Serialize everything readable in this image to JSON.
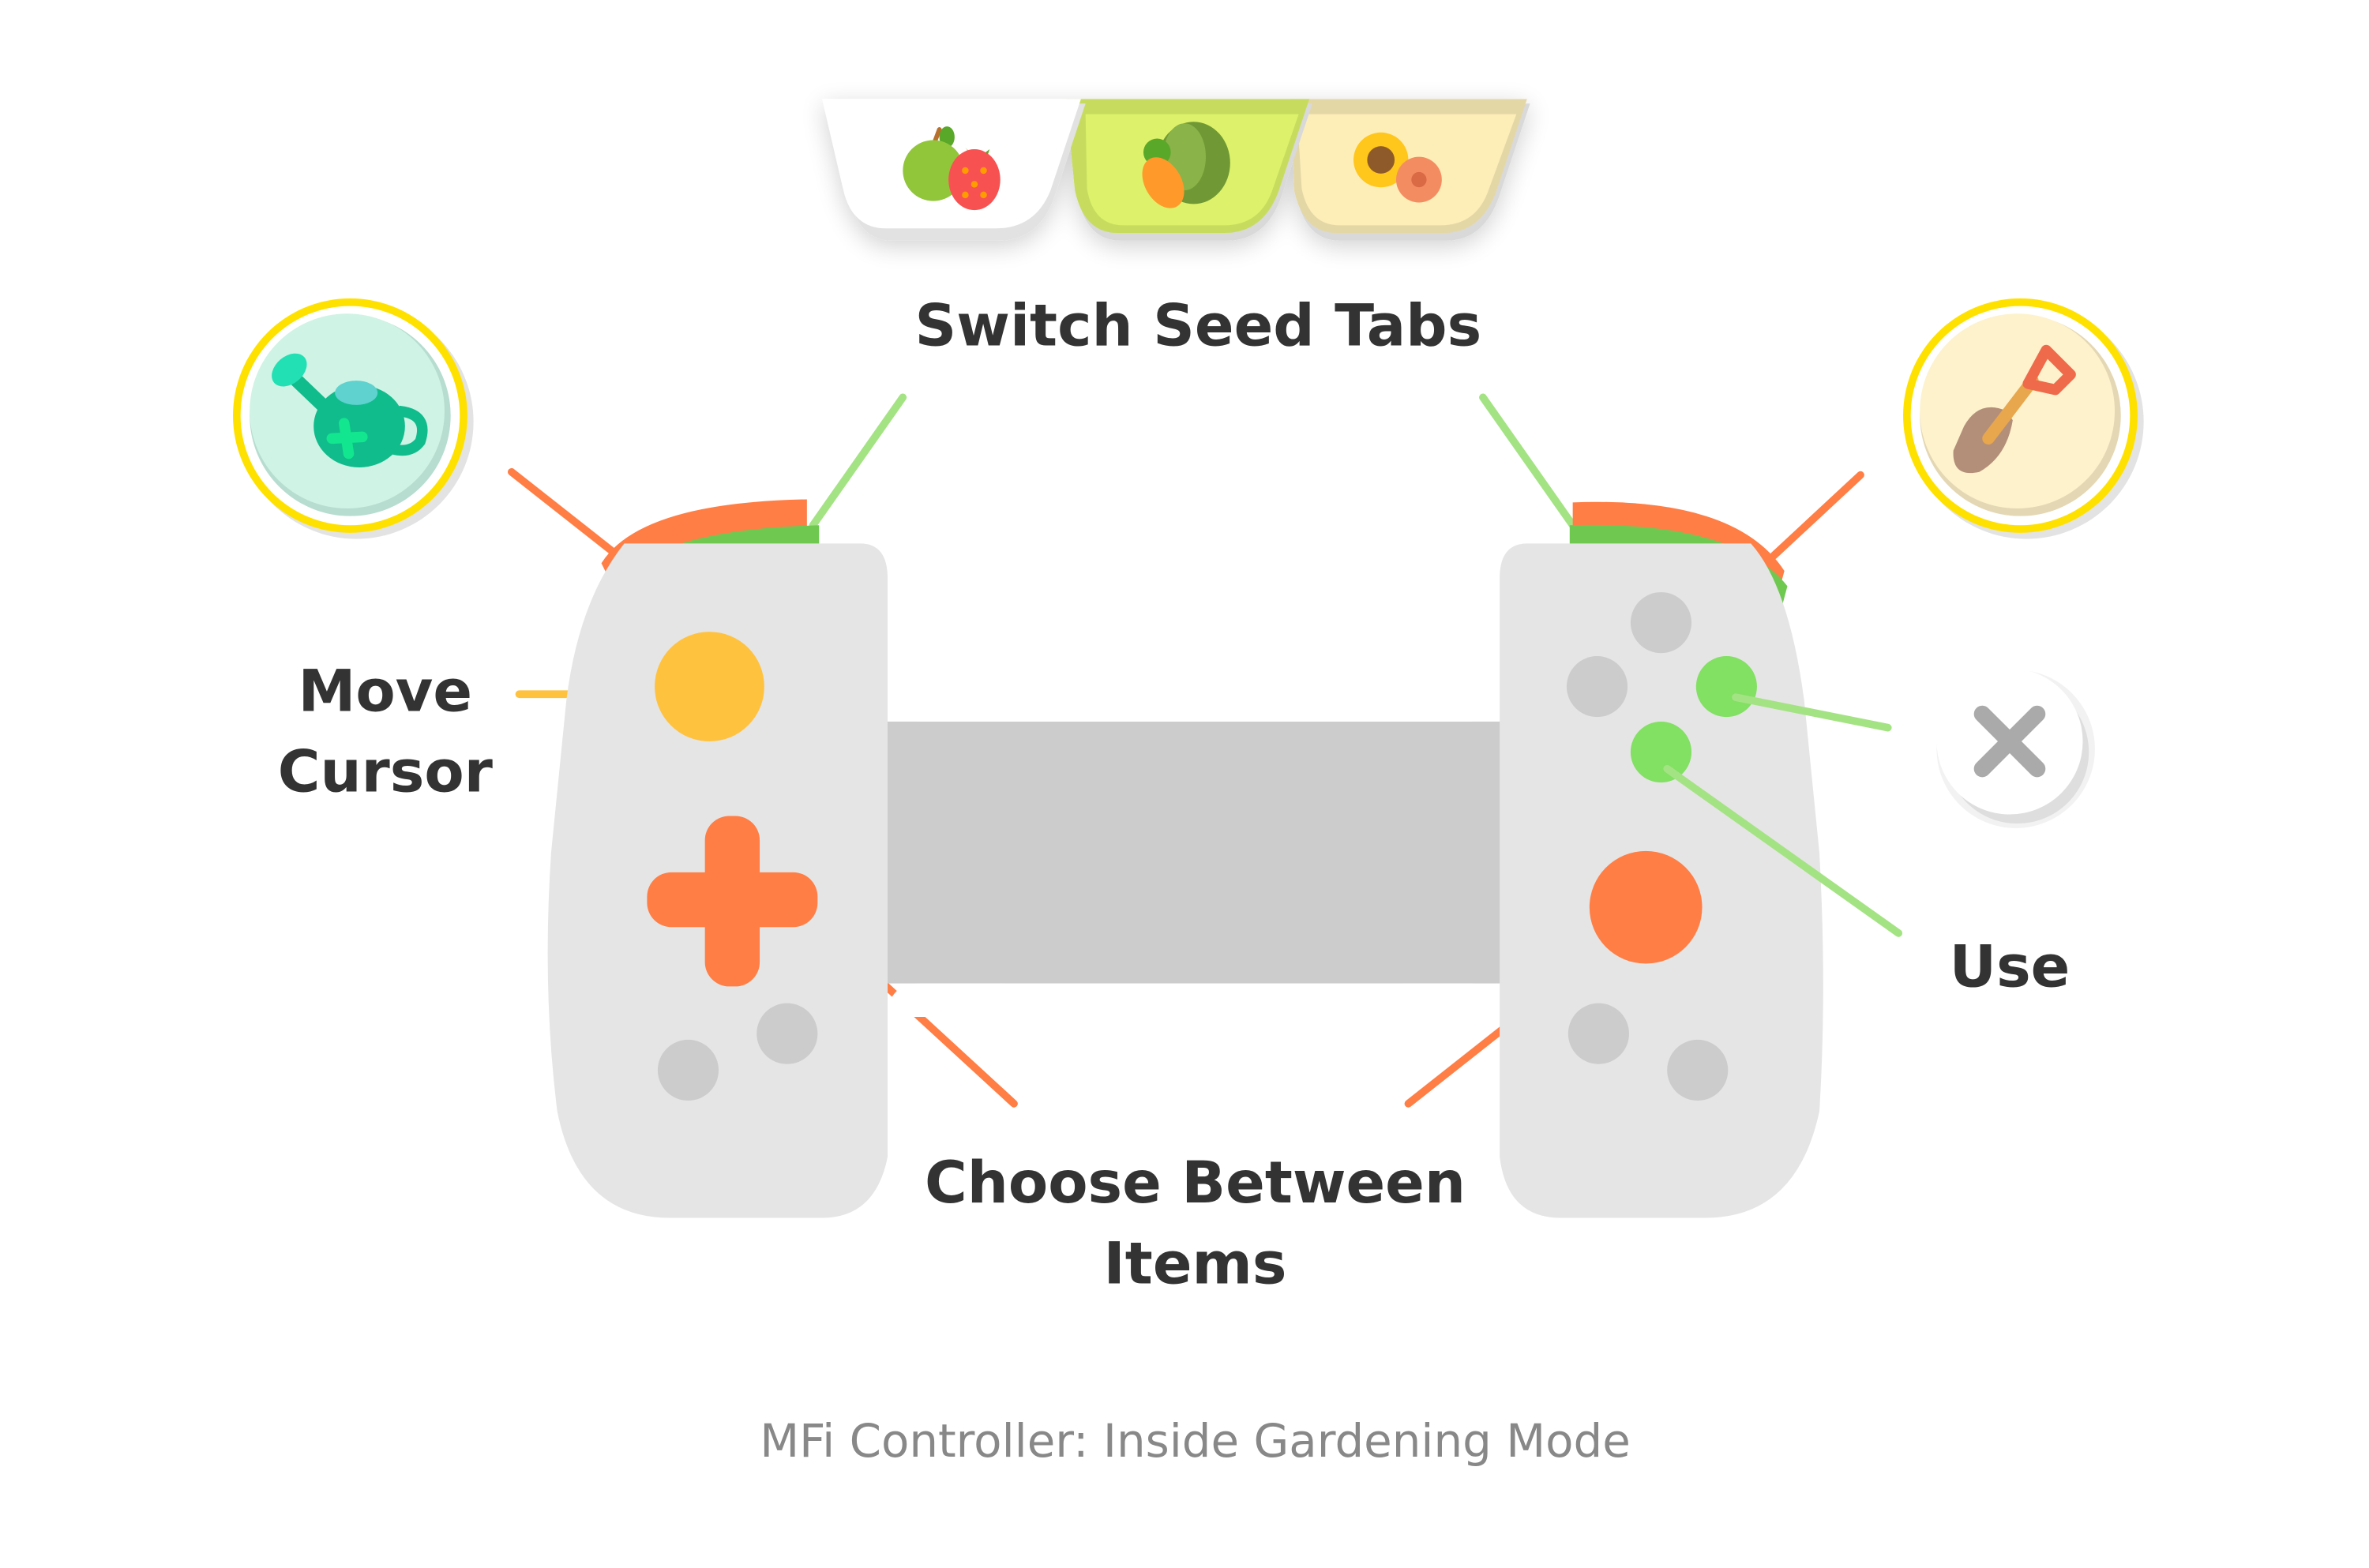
{
  "seed_tabs": [
    {
      "name": "fruits",
      "icon": "apple-strawberry-icon",
      "color": "#ffffff",
      "edge": "#e0e0e0"
    },
    {
      "name": "vegetables",
      "icon": "carrot-cabbage-icon",
      "color": "#ddf26a",
      "edge": "#c7dc5f"
    },
    {
      "name": "flowers",
      "icon": "sunflower-icon",
      "color": "#fdeeb8",
      "edge": "#e4d7a6"
    }
  ],
  "labels": {
    "switch_seed_tabs": "Switch Seed Tabs",
    "move_cursor_line1": "Move",
    "move_cursor_line2": "Cursor",
    "use": "Use",
    "choose_between_items_line1": "Choose Between",
    "choose_between_items_line2": "Items"
  },
  "caption": "MFi Controller:  Inside Gardening Mode",
  "tools": {
    "left": {
      "icon": "watering-can-icon",
      "bg": "#cff3e5"
    },
    "right": {
      "icon": "shovel-icon",
      "bg": "#fdf2cc"
    },
    "cancel": {
      "icon": "close-icon"
    }
  },
  "colors": {
    "highlight_ring": "#ffe100",
    "orange": "#ff7e45",
    "green": "#6fc951",
    "light_green": "#a4e383",
    "button_green": "#82e063",
    "yellow_stick": "#ffc23f",
    "grip": "#e5e5e5",
    "bridge": "#cccccc",
    "neutral_button": "#cccccc",
    "text": "#333333",
    "caption": "#888888"
  }
}
